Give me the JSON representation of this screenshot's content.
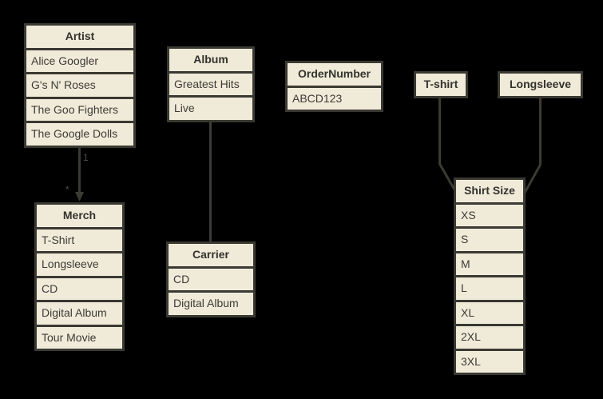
{
  "diagram": {
    "type": "entity-relationship-object-diagram",
    "background_color": "#000000",
    "node_fill_color": "#f0ebd9",
    "node_border_color": "#3a3932",
    "text_color": "#3b3a35",
    "edge_color": "#3b3a33"
  },
  "tables": {
    "artist": {
      "title": "Artist",
      "rows": [
        "Alice Googler",
        "G's N' Roses",
        "The Goo Fighters",
        "The Google Dolls"
      ]
    },
    "album": {
      "title": "Album",
      "rows": [
        "Greatest Hits",
        "Live"
      ]
    },
    "order_number": {
      "title": "OrderNumber",
      "rows": [
        "ABCD123"
      ]
    },
    "tshirt": {
      "title": "T-shirt",
      "rows": []
    },
    "longsleeve": {
      "title": "Longsleeve",
      "rows": []
    },
    "merch": {
      "title": "Merch",
      "rows": [
        "T-Shirt",
        "Longsleeve",
        "CD",
        "Digital Album",
        "Tour Movie"
      ]
    },
    "carrier": {
      "title": "Carrier",
      "rows": [
        "CD",
        "Digital Album"
      ]
    },
    "shirt_size": {
      "title": "Shirt Size",
      "rows": [
        "XS",
        "S",
        "M",
        "L",
        "XL",
        "2XL",
        "3XL"
      ]
    }
  },
  "edges": {
    "artist_merch": {
      "from": "Artist",
      "to": "Merch",
      "source_label": "1",
      "target_label": "*",
      "arrowhead": "filled-triangle-down"
    },
    "album_carrier": {
      "from": "Album",
      "to": "Carrier",
      "source_label": "",
      "target_label": ""
    },
    "tshirt_shirt_size": {
      "from": "T-shirt",
      "to": "Shirt Size",
      "source_label": "",
      "target_label": ""
    },
    "longsleeve_shirt_size": {
      "from": "Longsleeve",
      "to": "Shirt Size",
      "source_label": "",
      "target_label": ""
    }
  }
}
